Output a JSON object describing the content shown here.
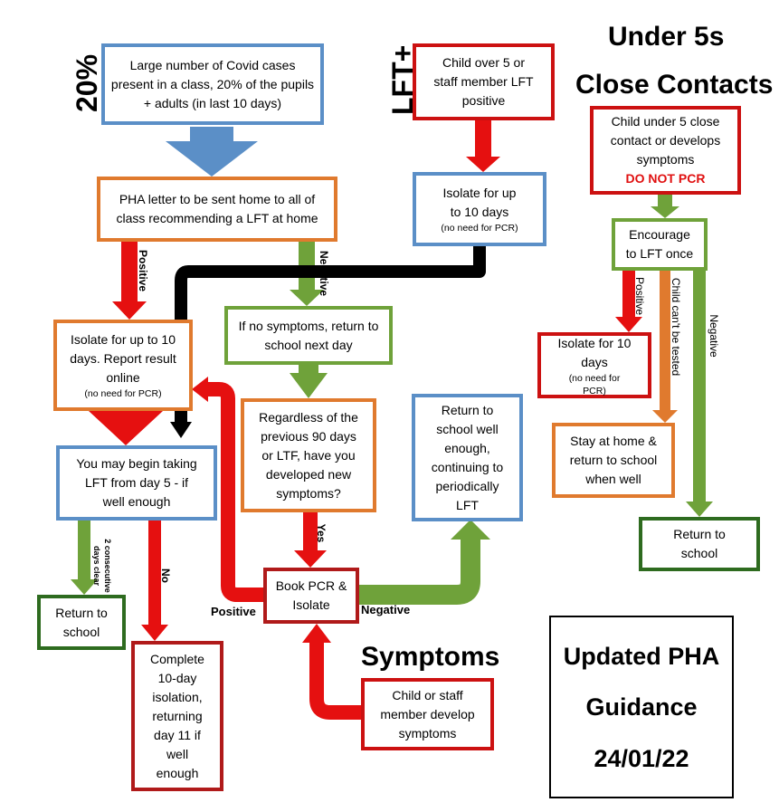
{
  "title": {
    "line1": "Under 5s",
    "line2": "Close Contacts"
  },
  "side_labels": {
    "percent": "20%",
    "lft": "LFT+"
  },
  "boxes": {
    "large_cases": "Large number of Covid cases present in a class, 20% of the pupils + adults (in last 10 days)",
    "pha_letter": "PHA letter to be sent home to all of class recommending a LFT at home",
    "child_over5": "Child over 5 or staff member LFT positive",
    "isolate_top": {
      "text": "Isolate for up to 10 days",
      "note": "(no need for PCR)"
    },
    "no_symptoms": "If no symptoms, return to school next day",
    "isolate_left": {
      "text": "Isolate for up to 10 days. Report result online",
      "note": "(no need for PCR)"
    },
    "regardless": "Regardless of the previous 90 days or LTF, have you developed new symptoms?",
    "return_well": "Return to school well enough, continuing to periodically LFT",
    "begin_lft": "You may begin taking LFT from day 5 - if well enough",
    "book_pcr": "Book PCR & Isolate",
    "return_left": "Return to school",
    "complete10": "Complete 10-day isolation, returning day 11 if well enough",
    "child_staff_symptoms": "Child or staff member develop symptoms",
    "under5_contact": {
      "text": "Child under 5 close contact or develops symptoms",
      "warning": "DO NOT PCR"
    },
    "encourage": "Encourage to LFT once",
    "isolate10": {
      "text": "Isolate for 10 days",
      "note": "(no need for PCR)"
    },
    "stay_home": "Stay at home & return to school when well",
    "return_right": "Return to school"
  },
  "arrow_labels": {
    "positive": "Positive",
    "negative": "Negative",
    "yes": "Yes",
    "no": "No",
    "two_days_l1": "2 consecutive",
    "two_days_l2": "days clear",
    "cant_test": "Child can't be tested",
    "positive_left": "Positive",
    "negative_pcr": "Negative"
  },
  "symptoms_heading": "Symptoms",
  "guidance": {
    "line1": "Updated PHA",
    "line2": "Guidance",
    "line3": "24/01/22"
  },
  "colors": {
    "blue": "#5b8fc7",
    "red": "#cc1111",
    "orange": "#e07a2e",
    "green": "#6fa23a",
    "warning": "#e01010"
  }
}
